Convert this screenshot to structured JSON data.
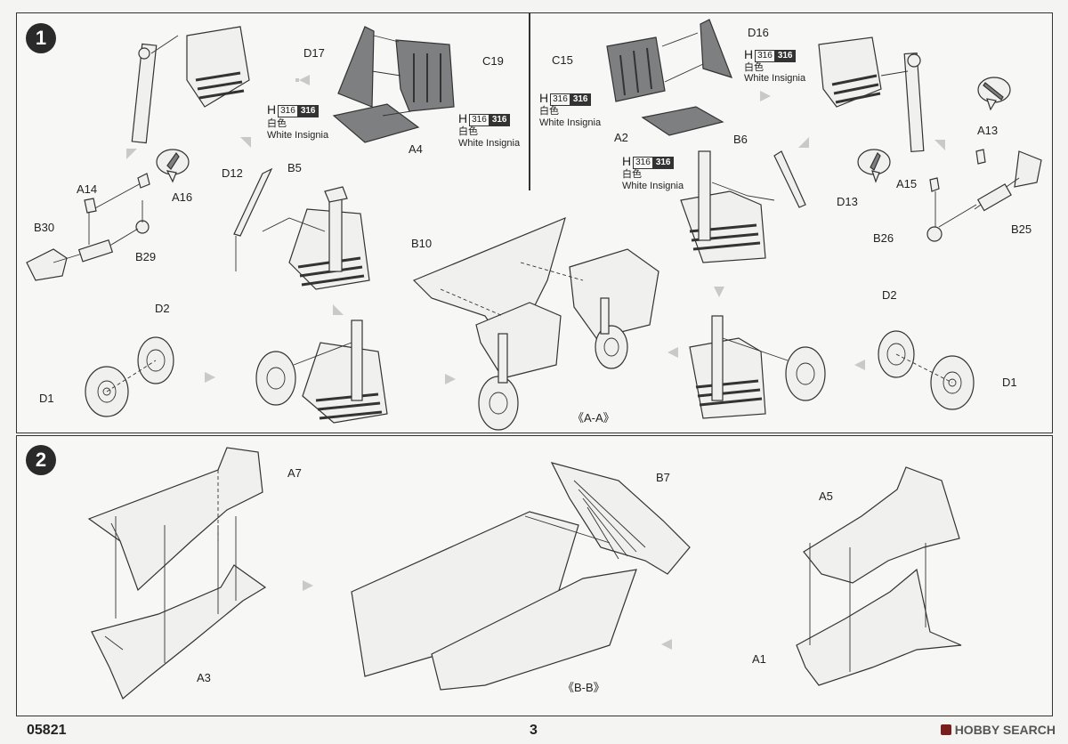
{
  "steps": {
    "one": "1",
    "two": "2"
  },
  "step1": {
    "labels": {
      "a14": "A14",
      "a16": "A16",
      "b30": "B30",
      "b29": "B29",
      "d2_left": "D2",
      "d1_left": "D1",
      "d12": "D12",
      "b5": "B5",
      "d17": "D17",
      "c19": "C19",
      "a4": "A4",
      "b10": "B10",
      "view": "《A-A》",
      "c15": "C15",
      "d16": "D16",
      "a2": "A2",
      "b6": "B6",
      "d13": "D13",
      "a13": "A13",
      "a15": "A15",
      "b26": "B26",
      "b25": "B25",
      "d2_right": "D2",
      "d1_right": "D1"
    },
    "paint": {
      "h_letter": "H",
      "code_light": "316",
      "code_dark": "316",
      "chinese": "白色",
      "english": "White Insignia"
    }
  },
  "step2": {
    "labels": {
      "a7": "A7",
      "a3": "A3",
      "b7": "B7",
      "view": "《B-B》",
      "a5": "A5",
      "a1": "A1"
    }
  },
  "footer": {
    "product_code": "05821",
    "page_number": "3",
    "watermark": "HOBBY SEARCH"
  }
}
